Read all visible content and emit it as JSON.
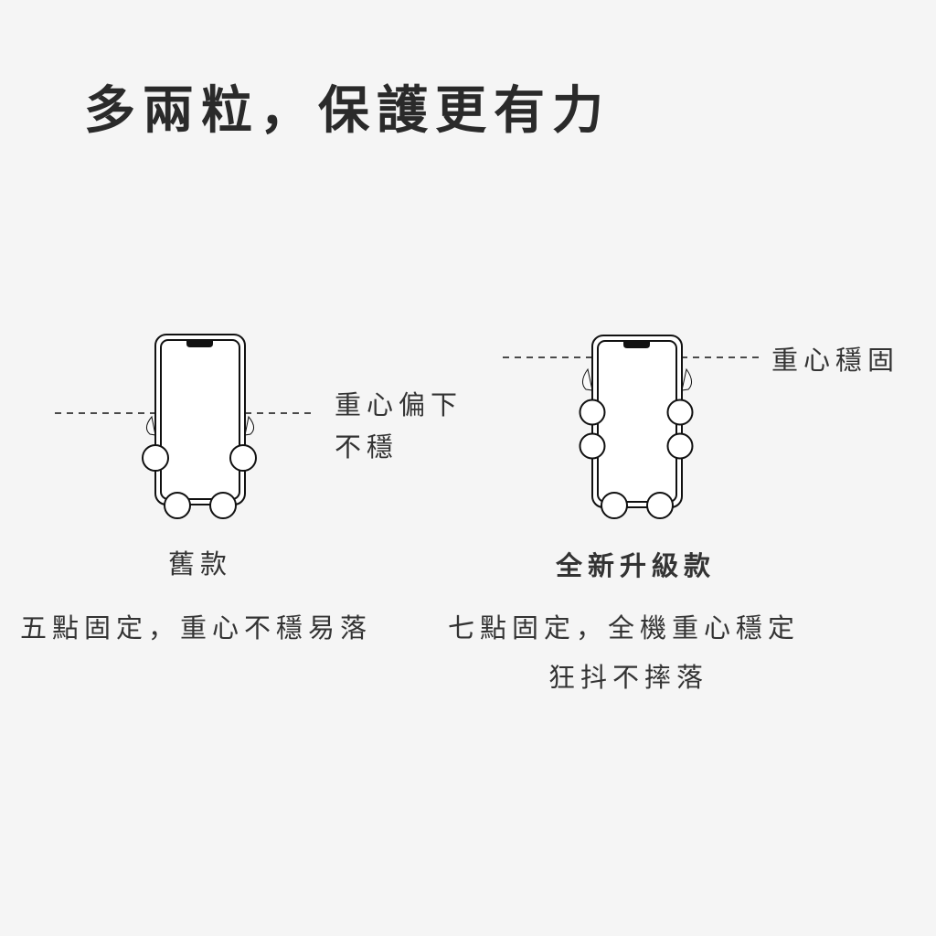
{
  "title": "多兩粒，保護更有力",
  "old_model": {
    "callout_line1": "重心偏下",
    "callout_line2": "不穩",
    "name": "舊款",
    "description": "五點固定，重心不穩易落"
  },
  "new_model": {
    "callout": "重心穩固",
    "name": "全新升級款",
    "description_line1": "七點固定，全機重心穩定",
    "description_line2": "狂抖不摔落"
  }
}
